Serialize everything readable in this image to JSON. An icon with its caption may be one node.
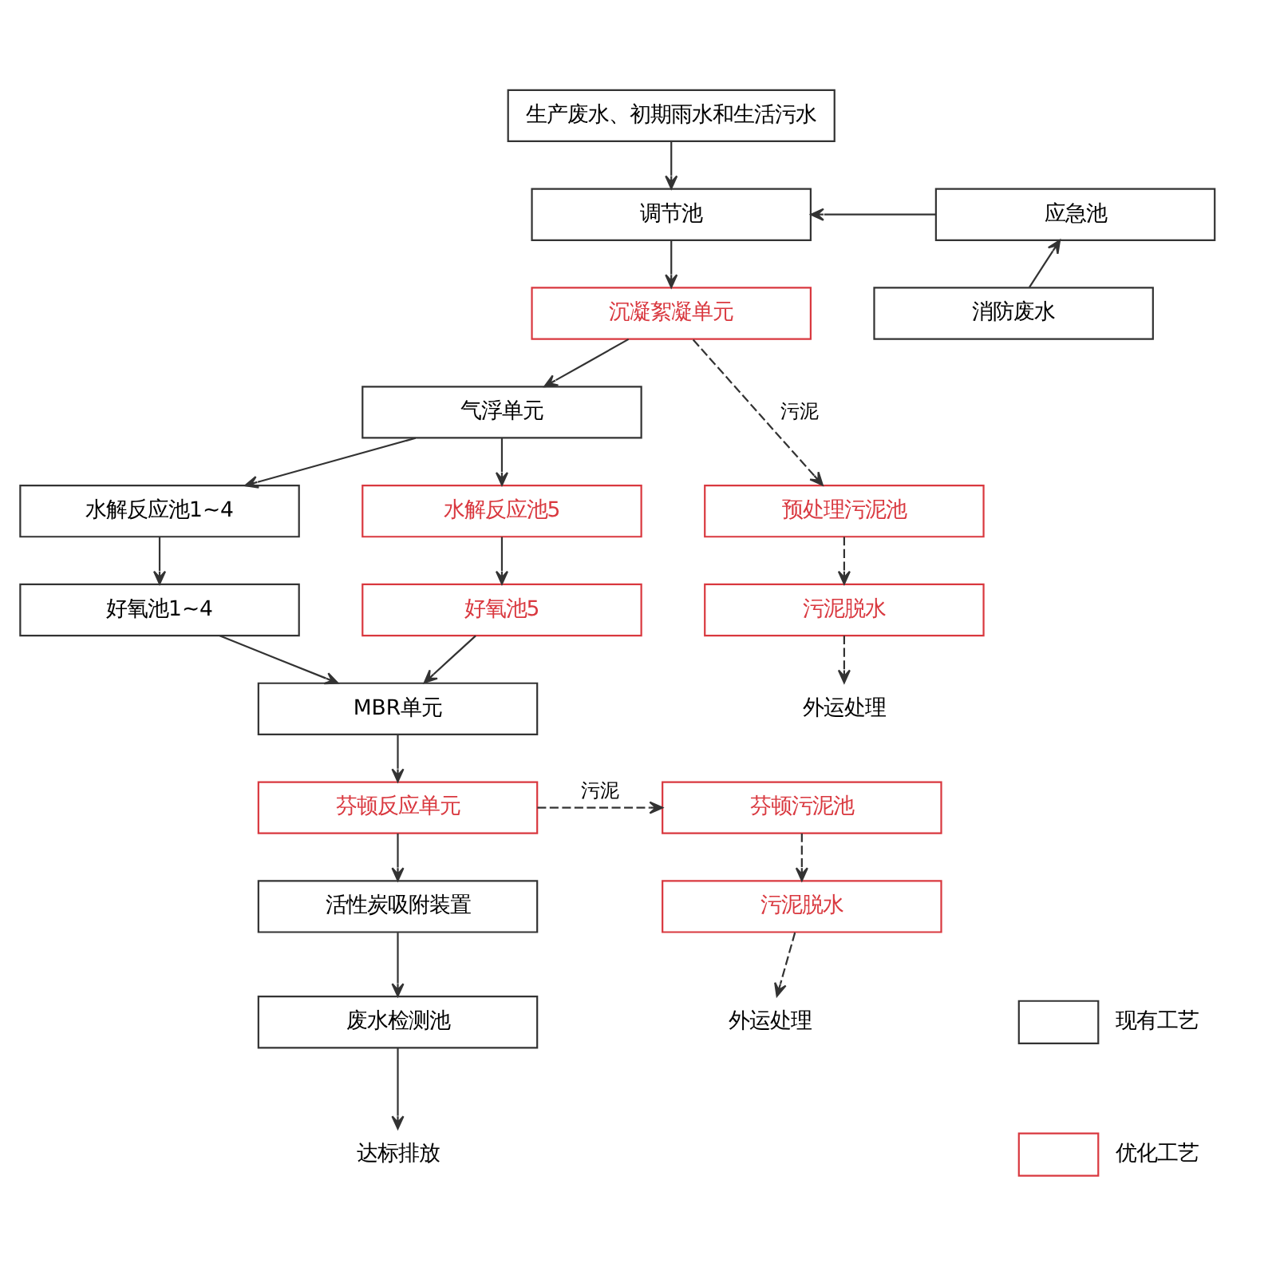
{
  "diagram": {
    "nodes": [
      {
        "text": [
          "生产废水、初期雨水和生活污水"
        ]
      },
      {
        "text": [
          "调节池"
        ]
      },
      {
        "text": [
          "应急池"
        ]
      },
      {
        "text": [
          "沉凝絮凝单元"
        ]
      },
      {
        "text": [
          "消防废水"
        ]
      },
      {
        "text": [
          "气浮单元"
        ]
      },
      {
        "text": [
          "预处理污泥池"
        ]
      },
      {
        "text": [
          "水解反应池1~4"
        ]
      },
      {
        "text": [
          "水解反应池5"
        ]
      },
      {
        "text": [
          "污泥脱水"
        ]
      },
      {
        "text": [
          "好氧池1~4"
        ]
      },
      {
        "text": [
          "好氧池5"
        ]
      },
      {
        "text": [
          "外运处理"
        ]
      },
      {
        "text": [
          "MBR单元"
        ]
      },
      {
        "text": [
          "芬顿反应单元"
        ]
      },
      {
        "text": [
          "芬顿污泥池"
        ]
      },
      {
        "text": [
          "活性炭吸附装置"
        ]
      },
      {
        "text": [
          "污泥脱水"
        ]
      },
      {
        "text": [
          "废水检测池"
        ]
      },
      {
        "text": [
          "外运处理"
        ]
      },
      {
        "text": [
          "达标排放"
        ]
      }
    ],
    "edges": [
      {
        "from": 0,
        "to": 1,
        "arrow": "to"
      },
      {
        "from": 2,
        "to": 1,
        "arrow": "to"
      },
      {
        "from": 4,
        "to": 2,
        "arrow": "to"
      },
      {
        "from": 1,
        "to": 3,
        "arrow": "to"
      },
      {
        "from": 3,
        "to": 6,
        "arrow": "to",
        "style": "dashed",
        "label": "污泥"
      },
      {
        "from": 3,
        "to": 5,
        "arrow": "to"
      },
      {
        "from": 5,
        "to": 7,
        "arrow": "to"
      },
      {
        "from": 5,
        "to": 8,
        "arrow": "to"
      },
      {
        "from": 6,
        "to": 9,
        "arrow": "to",
        "style": "dashed"
      },
      {
        "from": 9,
        "to": 12,
        "arrow": "to",
        "style": "dashed"
      },
      {
        "from": 7,
        "to": 10,
        "arrow": "to"
      },
      {
        "from": 8,
        "to": 11,
        "arrow": "to"
      },
      {
        "from": 10,
        "to": 13,
        "arrow": "to"
      },
      {
        "from": 11,
        "to": 13,
        "arrow": "to"
      },
      {
        "from": 13,
        "to": 14,
        "arrow": "to"
      },
      {
        "from": 14,
        "to": 15,
        "arrow": "to",
        "style": "dashed",
        "label": "污泥"
      },
      {
        "from": 15,
        "to": 17,
        "arrow": "to",
        "style": "dashed"
      },
      {
        "from": 17,
        "to": 19,
        "arrow": "to",
        "style": "dashed"
      },
      {
        "from": 14,
        "to": 16,
        "arrow": "to"
      },
      {
        "from": 16,
        "to": 18,
        "arrow": "to"
      },
      {
        "from": 18,
        "to": 20,
        "arrow": "to"
      }
    ],
    "legend": [
      {
        "text": "现有工艺",
        "color": "#333333"
      },
      {
        "text": "优化工艺",
        "color": "#d9383f"
      }
    ]
  }
}
